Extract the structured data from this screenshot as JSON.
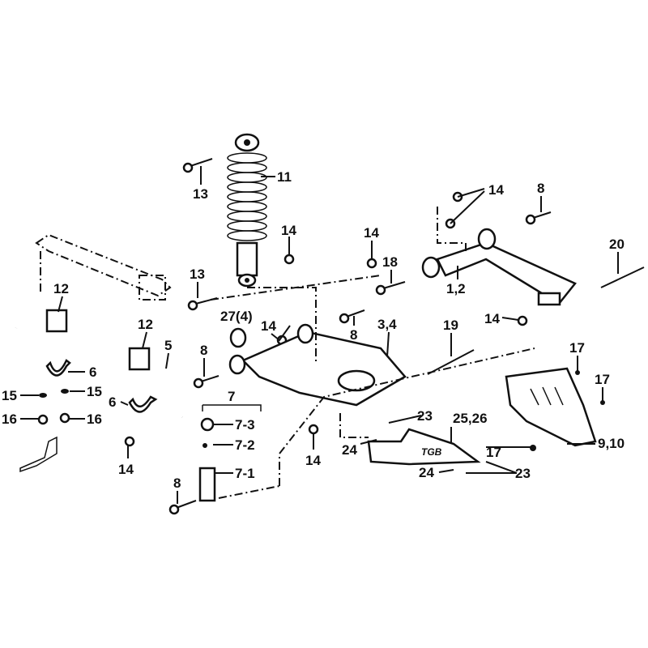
{
  "diagram": {
    "title": "Front suspension parts diagram",
    "logo_text": "TGB",
    "labels": {
      "shock_absorber": "11",
      "bolt_top": "13",
      "bolt_low": "13",
      "nut_a": "14",
      "nut_b": "14",
      "nut_c": "14",
      "nut_d": "14",
      "nut_e": "14",
      "nut_f": "14",
      "nut_g": "14",
      "bolt8_a": "8",
      "bolt8_b": "8",
      "bolt8_c": "8",
      "bolt8_d": "8",
      "bolt18": "18",
      "shaft20": "20",
      "upper_arm": "1,2",
      "bush12_a": "12",
      "bush12_b": "12",
      "stabilizer": "5",
      "collar": "27(4)",
      "lower_arm": "3,4",
      "shaft19": "19",
      "screw17_a": "17",
      "screw17_b": "17",
      "screw17_c": "17",
      "bracket6_a": "6",
      "bracket6_b": "6",
      "link7": "7",
      "link7_3": "7-3",
      "link7_2": "7-2",
      "link7_1": "7-1",
      "washer15_a": "15",
      "washer15_b": "15",
      "bolt16_a": "16",
      "bolt16_b": "16",
      "screw23_a": "23",
      "screw23_b": "23",
      "guard25": "25,26",
      "washer24_a": "24",
      "washer24_b": "24",
      "skid9": "9,10"
    }
  }
}
